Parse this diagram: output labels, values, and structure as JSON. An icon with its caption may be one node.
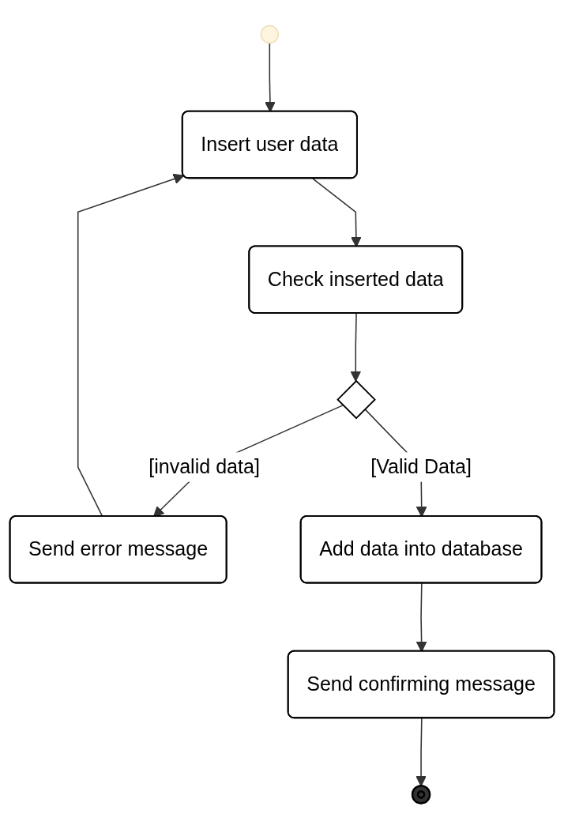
{
  "diagram": {
    "nodes": [
      {
        "text": [],
        "shape": "circle"
      },
      {
        "text": [
          "Insert user data"
        ]
      },
      {
        "text": [
          "Check inserted data"
        ]
      },
      {
        "text": [],
        "shape": "diamond"
      },
      {
        "text": [
          "Send error message"
        ]
      },
      {
        "text": [
          "Add data into database"
        ]
      },
      {
        "text": [
          "Send confirming message"
        ]
      },
      {
        "text": [],
        "shape": "circle"
      }
    ],
    "edges": [
      {
        "from": 0,
        "to": 1,
        "arrow": "to"
      },
      {
        "from": 1,
        "to": 2,
        "arrow": "to"
      },
      {
        "from": 2,
        "to": 3,
        "arrow": "to"
      },
      {
        "from": 3,
        "to": 4,
        "arrow": "to",
        "label": "[invalid data]"
      },
      {
        "from": 4,
        "to": 1,
        "arrow": "to"
      },
      {
        "from": 3,
        "to": 5,
        "arrow": "to",
        "label": "[Valid Data]"
      },
      {
        "from": 5,
        "to": 6,
        "arrow": "to"
      },
      {
        "from": 6,
        "to": 7,
        "arrow": "to"
      }
    ]
  }
}
